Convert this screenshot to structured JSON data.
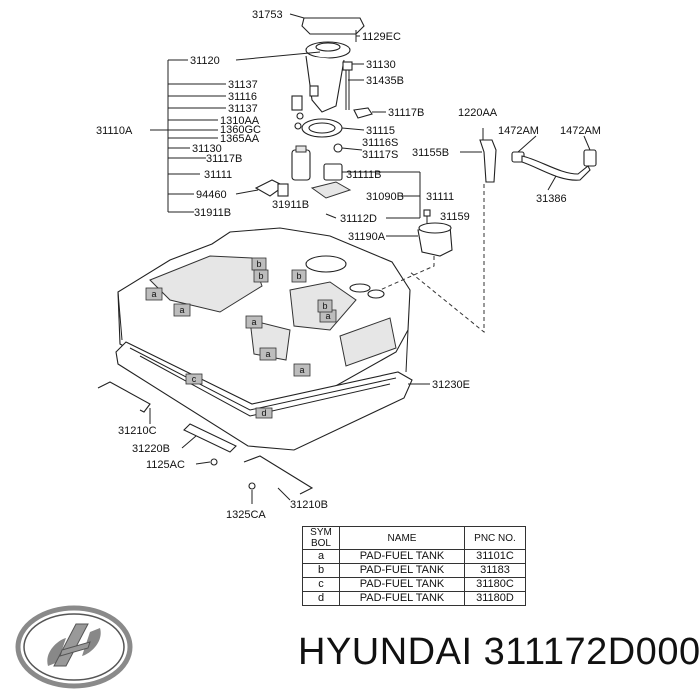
{
  "labels": {
    "p31753": "31753",
    "p1129EC": "1129EC",
    "p31120": "31120",
    "p31130a": "31130",
    "p31137a": "31137",
    "p31435B": "31435B",
    "p31116a": "31116",
    "p31137b": "31137",
    "p31117Ba": "31117B",
    "p1310AA": "1310AA",
    "p1360GC": "1360GC",
    "p1365AA": "1365AA",
    "p31110A": "31110A",
    "p31115": "31115",
    "p31116S": "31116S",
    "p31117S": "31117S",
    "p31155B": "31155B",
    "p31130b": "31130",
    "p31117Bb": "31117B",
    "p1220AA": "1220AA",
    "p1472AMa": "1472AM",
    "p1472AMb": "1472AM",
    "p31111a": "31111",
    "p31111B": "31111B",
    "p31111b": "31111",
    "p94460": "94460",
    "p31911Ba": "31911B",
    "p31090B": "31090B",
    "p31386": "31386",
    "p31911Bb": "31911B",
    "p31112D": "31112D",
    "p31159": "31159",
    "p31190A": "31190A",
    "p31230E": "31230E",
    "p31210C": "31210C",
    "p31220B": "31220B",
    "p1125AC": "1125AC",
    "p31210B": "31210B",
    "p1325CA": "1325CA"
  },
  "pad_marks": {
    "a": "a",
    "b": "b",
    "c": "c",
    "d": "d"
  },
  "legend": {
    "headers": {
      "sym": "SYM BOL",
      "name": "NAME",
      "pnc": "PNC NO."
    },
    "rows": [
      {
        "sym": "a",
        "name": "PAD-FUEL TANK",
        "pnc": "31101C"
      },
      {
        "sym": "b",
        "name": "PAD-FUEL TANK",
        "pnc": "31183"
      },
      {
        "sym": "c",
        "name": "PAD-FUEL TANK",
        "pnc": "31180C"
      },
      {
        "sym": "d",
        "name": "PAD-FUEL TANK",
        "pnc": "31180D"
      }
    ]
  },
  "brand_text": "HYUNDAI 311172D000",
  "icons": {
    "logo": "hyundai-logo-icon"
  }
}
